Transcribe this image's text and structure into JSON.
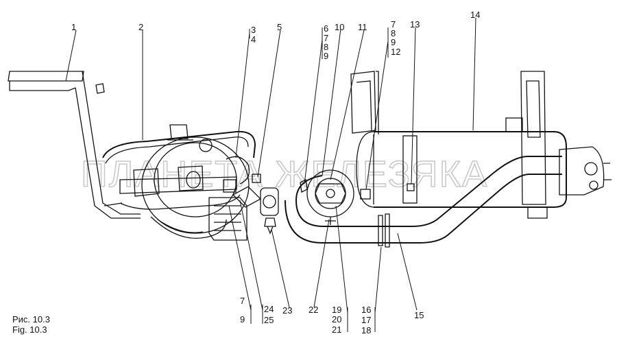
{
  "watermark": "ПЛАНЕТА ЖЕЛЕЗЯКА",
  "caption": {
    "ru": "Рис. 10.3",
    "en": "Fig. 10.3"
  },
  "callouts": {
    "c1": "1",
    "c2": "2",
    "c3": "3",
    "c4": "4",
    "c5": "5",
    "c6": "6",
    "c7a": "7",
    "c8a": "8",
    "c9a": "9",
    "c10": "10",
    "c11": "11",
    "c7b": "7",
    "c8b": "8",
    "c9b": "9",
    "c12": "12",
    "c13": "13",
    "c14": "14",
    "c15": "15",
    "c7c": "7",
    "c9c": "9",
    "c24": "24",
    "c25": "25",
    "c23": "23",
    "c22": "22",
    "c19": "19",
    "c20": "20",
    "c21": "21",
    "c16": "16",
    "c17": "17",
    "c18": "18"
  }
}
